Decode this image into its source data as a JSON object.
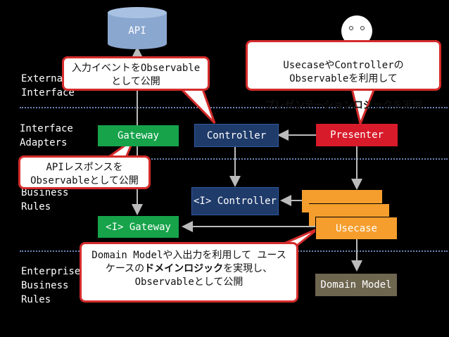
{
  "layers": {
    "external": "External\nInterface",
    "adapters": "Interface\nAdapters",
    "business": "Business\nRules",
    "enterprise": "Enterprise\nBusiness\nRules"
  },
  "nodes": {
    "api": "API",
    "gateway": "Gateway",
    "controller": "Controller",
    "presenter": "Presenter",
    "i_controller": "<I> Controller",
    "i_gateway": "<I> Gateway",
    "usecase": "Usecase",
    "domain_model": "Domain Model"
  },
  "callouts": {
    "input_event": "入力イベントをObservable\nとして公開",
    "presentation_a": "UsecaseやControllerの\nObservableを利用して",
    "presentation_b_bold": "プレゼンテーションロジック",
    "presentation_b_rest": "を実現",
    "api_response": "APIレスポンスを\nObservableとして公開",
    "domain_line1": "Domain Modelや入出力を利用して ユース",
    "domain_line2_a": "ケースの",
    "domain_line2_bold": "ドメインロジック",
    "domain_line2_b": "を実現し、",
    "domain_line3": "Observableとして公開"
  },
  "colors": {
    "green": "#16a34a",
    "red": "#d81b2a",
    "orange": "#f59e2d",
    "olive": "#6f6650",
    "blue": "#1f3b6a",
    "callout_border": "#d52b2b",
    "dotted": "#6d87b8"
  }
}
